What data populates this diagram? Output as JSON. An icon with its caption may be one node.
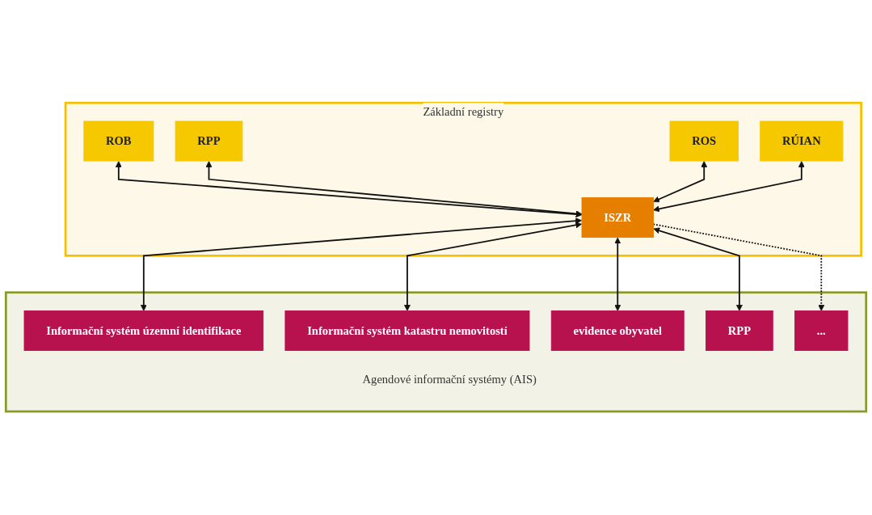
{
  "diagram": {
    "nodes": [
      {
        "text": [
          "Základní registry"
        ]
      },
      {
        "text": [
          "ROB"
        ],
        "in": 0
      },
      {
        "text": [
          "RPP"
        ],
        "in": 0
      },
      {
        "text": [
          "ROS"
        ],
        "in": 0
      },
      {
        "text": [
          "RÚIAN"
        ],
        "in": 0
      },
      {
        "text": [
          "ISZR"
        ],
        "in": 0
      },
      {
        "text": [
          "Agendové informační systémy (AIS)"
        ]
      },
      {
        "text": [
          "Informační systém územní identifikace"
        ],
        "in": 6
      },
      {
        "text": [
          "Informační systém katastru nemovitostí"
        ],
        "in": 6
      },
      {
        "text": [
          "evidence obyvatel"
        ],
        "in": 6
      },
      {
        "text": [
          "RPP"
        ],
        "in": 6
      },
      {
        "text": [
          "..."
        ],
        "in": 6
      }
    ],
    "edges": [
      {
        "from": 1,
        "to": 5,
        "arrow": "both"
      },
      {
        "from": 2,
        "to": 5,
        "arrow": "both"
      },
      {
        "from": 3,
        "to": 5,
        "arrow": "both"
      },
      {
        "from": 4,
        "to": 5,
        "arrow": "both"
      },
      {
        "from": 5,
        "to": 7,
        "arrow": "both"
      },
      {
        "from": 5,
        "to": 8,
        "arrow": "both"
      },
      {
        "from": 5,
        "to": 9,
        "arrow": "both"
      },
      {
        "from": 5,
        "to": 10,
        "arrow": "both"
      },
      {
        "from": 5,
        "to": 11,
        "arrow": "to",
        "style": "dashed"
      }
    ]
  }
}
